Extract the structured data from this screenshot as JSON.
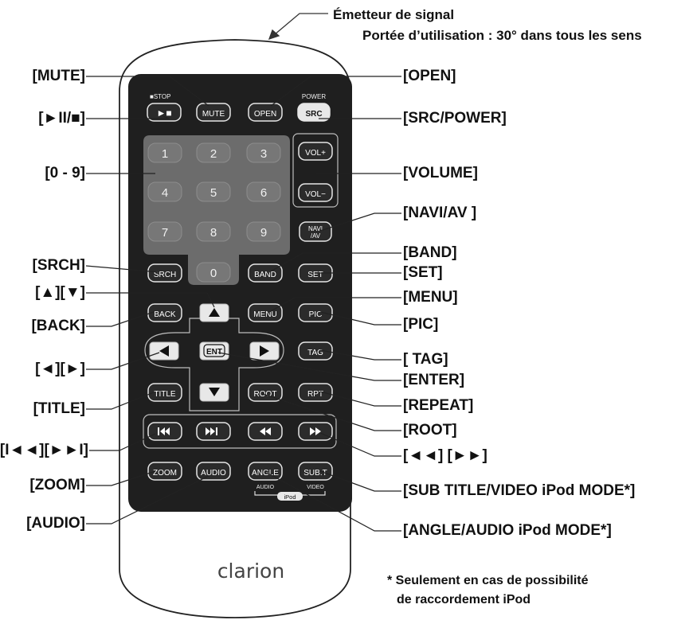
{
  "signal": {
    "title": "Émetteur de signal",
    "range": "Portée d’utilisation : 30° dans tous les sens"
  },
  "brand": "clarion",
  "small_labels": {
    "stop": "■STOP",
    "power": "POWER",
    "audio": "AUDIO",
    "video": "VIDEO",
    "ipod": "iPod"
  },
  "keys": {
    "play_stop": "►■",
    "mute": "MUTE",
    "open": "OPEN",
    "src": "SRC",
    "vol_up": "VOL+",
    "vol_down": "VOL−",
    "navi_1": "NAVI",
    "navi_2": "/AV",
    "n1": "1",
    "n2": "2",
    "n3": "3",
    "n4": "4",
    "n5": "5",
    "n6": "6",
    "n7": "7",
    "n8": "8",
    "n9": "9",
    "n0": "0",
    "srch": "SRCH",
    "band": "BAND",
    "set": "SET",
    "back": "BACK",
    "menu": "MENU",
    "pic": "PIC",
    "ent": "ENT",
    "tag": "TAG",
    "title": "TITLE",
    "root": "ROOT",
    "rpt": "RPT",
    "zoom": "ZOOM",
    "audio": "AUDIO",
    "angle": "ANGLE",
    "subt": "SUB.T"
  },
  "callouts": {
    "mute": "[MUTE]",
    "play": "[►II/■]",
    "num": "[0 - 9]",
    "srch": "[SRCH]",
    "updown": "[▲][▼]",
    "back": "[BACK]",
    "leftright": "[◄][►]",
    "title": "[TITLE]",
    "skip": "[I◄◄][►►I]",
    "zoom": "[ZOOM]",
    "audio": "[AUDIO]",
    "open": "[OPEN]",
    "src": "[SRC/POWER]",
    "volume": "[VOLUME]",
    "navi": "[NAVI/AV ]",
    "band": "[BAND]",
    "set": "[SET]",
    "menu": "[MENU]",
    "pic": "[PIC]",
    "tag": "[ TAG]",
    "enter": "[ENTER]",
    "repeat": "[REPEAT]",
    "root": "[ROOT]",
    "ffrew": "[◄◄] [►►]",
    "subtitle": "[SUB TITLE/VIDEO iPod MODE*]",
    "angle": "[ANGLE/AUDIO iPod MODE*]"
  },
  "footnote": {
    "line1": "* Seulement en cas de possibilité",
    "line2": "de raccordement iPod"
  }
}
